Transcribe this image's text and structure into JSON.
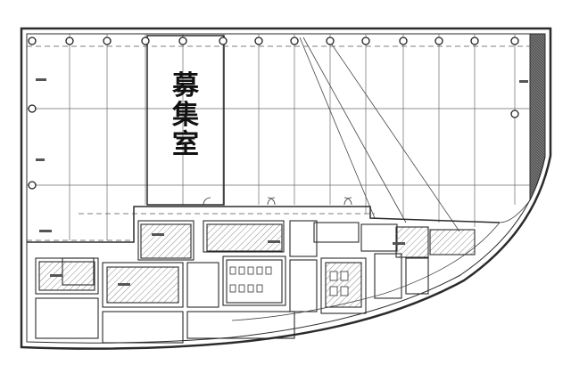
{
  "plan": {
    "label_chars": [
      "募",
      "集",
      "室"
    ],
    "colors": {
      "line": "#2b2b2b",
      "light_line": "#6a6a6a",
      "hatch": "#8a8a8a",
      "background": "#ffffff"
    }
  }
}
